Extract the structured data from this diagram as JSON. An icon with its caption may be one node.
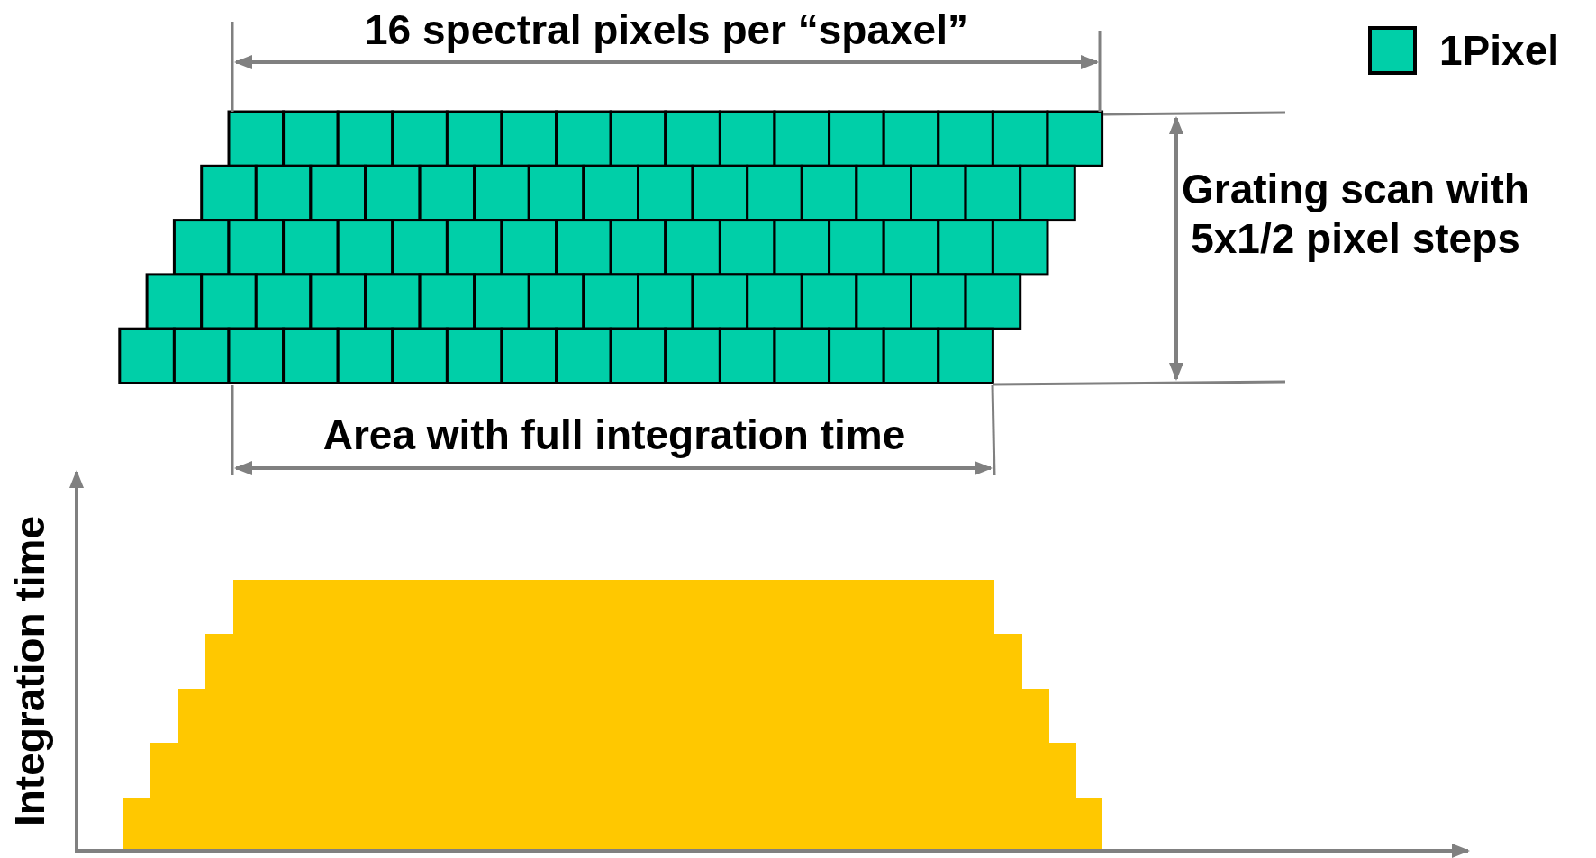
{
  "diagram": {
    "labels": [
      "16 spectral pixels per “spaxel”",
      "Grating scan with 5x1/2 pixel steps",
      "Area with full integration time",
      "Integration time"
    ],
    "legend": [
      {
        "text": "1Pixel",
        "color": "#00cfa8"
      }
    ]
  }
}
